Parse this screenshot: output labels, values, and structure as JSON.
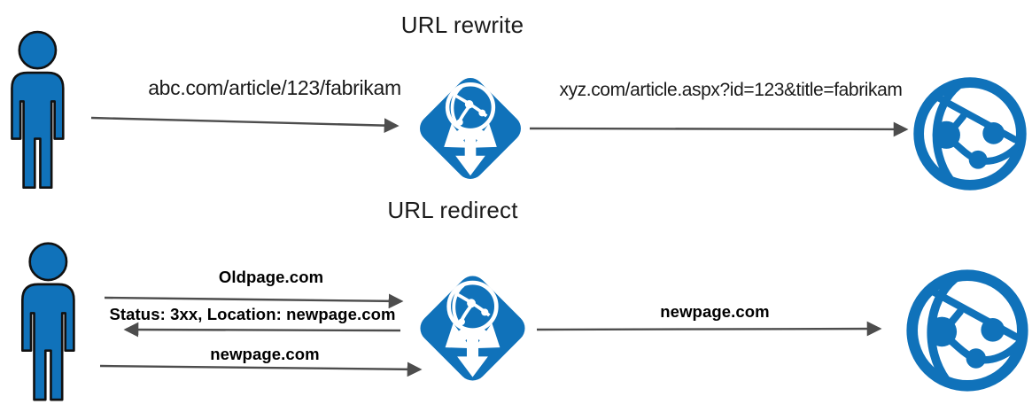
{
  "colors": {
    "azure_blue": "#1072BA",
    "arrow_gray": "#4D4D4D",
    "text_dark": "#1A1A1A",
    "background": "#FFFFFF"
  },
  "rewrite": {
    "title": "URL rewrite",
    "request_url": "abc.com/article/123/fabrikam",
    "rewritten_url": "xyz.com/article.aspx?id=123&title=fabrikam"
  },
  "redirect": {
    "title": "URL redirect",
    "request_url": "Oldpage.com",
    "response_status": "Status: 3xx, Location: newpage.com",
    "followup_url": "newpage.com",
    "forwarded_url": "newpage.com"
  },
  "icons": {
    "user": "person-icon",
    "gateway": "application-gateway-icon",
    "server": "web-app-icon"
  }
}
